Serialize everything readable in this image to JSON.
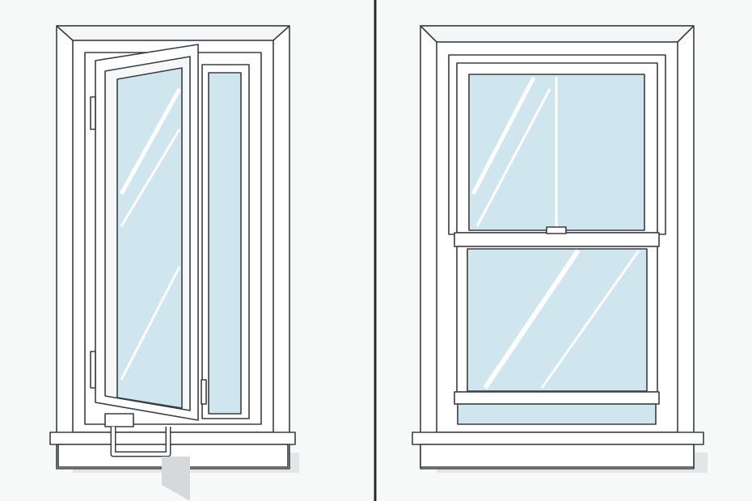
{
  "colors": {
    "background": "#f7f8f8",
    "frame": "#ffffff",
    "outline": "#3a3d40",
    "glass": "#cfe6ee",
    "glass_shadow": "#b9d6e0",
    "divider": "#2b2b2b",
    "shadow": "#dcdfe2"
  },
  "panels": [
    {
      "window_type": "casement",
      "state": "open"
    },
    {
      "window_type": "double-hung",
      "state": "closed"
    }
  ]
}
